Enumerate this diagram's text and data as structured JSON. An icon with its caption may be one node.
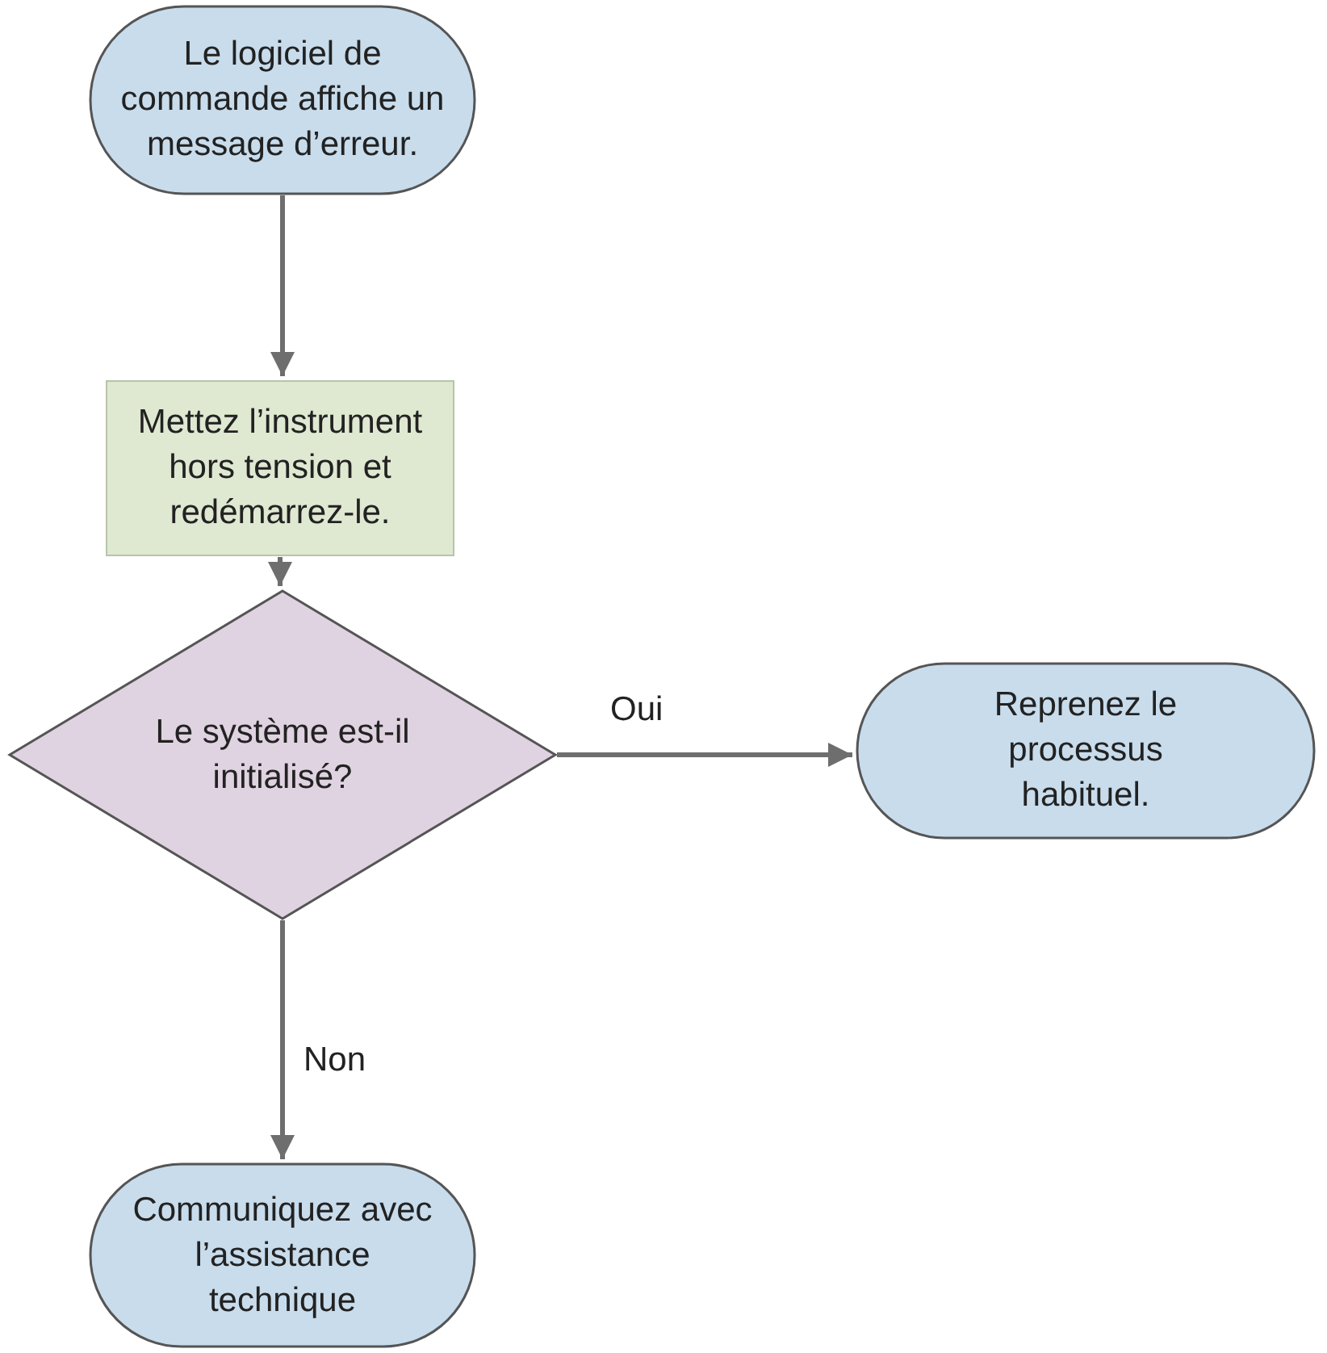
{
  "diagram": {
    "nodes": [
      {
        "text": [
          "Le logiciel de commande affiche un message d’erreur."
        ]
      },
      {
        "text": [
          "Mettez l’instrument hors tension et redémarrez-le."
        ]
      },
      {
        "text": [
          "Le système est-il initialisé?"
        ]
      },
      {
        "text": [
          "Reprenez le processus habituel."
        ]
      },
      {
        "text": [
          "Communiquez avec l’assistance technique"
        ]
      }
    ],
    "edges": [
      {
        "from": 0,
        "to": 1,
        "arrow": "to"
      },
      {
        "from": 1,
        "to": 2,
        "arrow": "to"
      },
      {
        "from": 2,
        "to": 3,
        "arrow": "to",
        "label": "Oui"
      },
      {
        "from": 2,
        "to": 4,
        "arrow": "to",
        "label": "Non"
      }
    ]
  }
}
